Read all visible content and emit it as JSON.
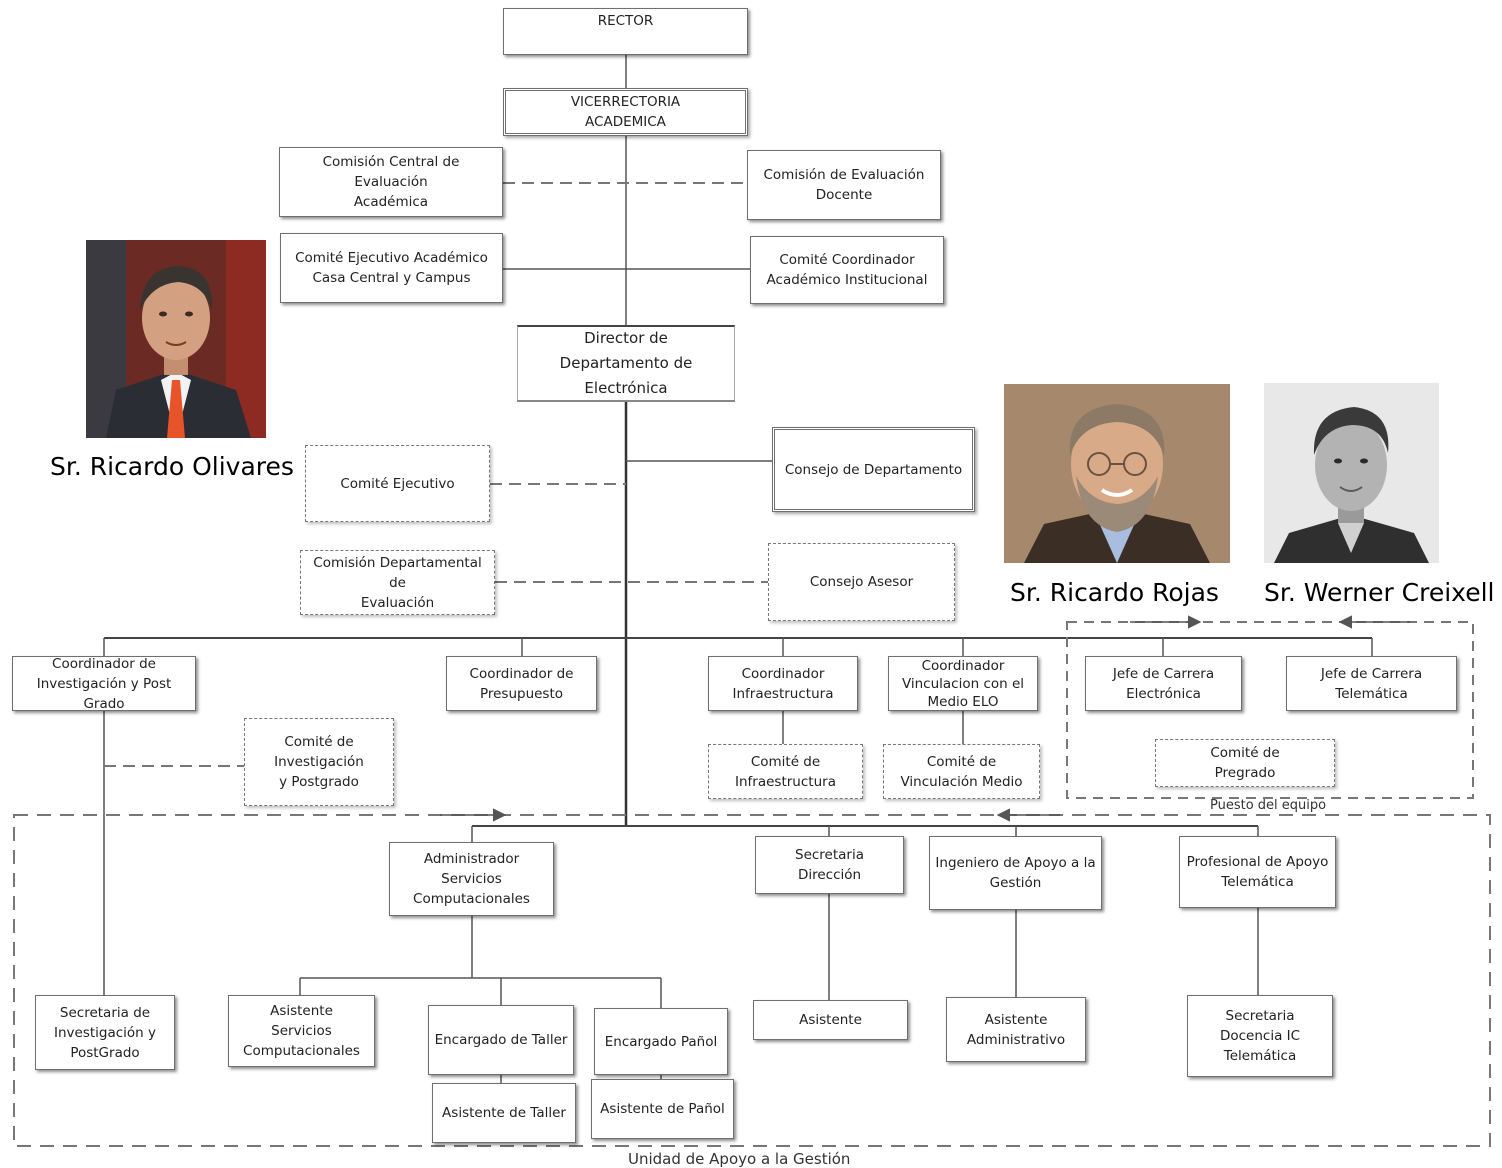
{
  "nodes": {
    "rector": "RECTOR",
    "vicerrectoria": "VICERRECTORIA\nACADEMICA",
    "comision_central": "Comisión Central de Evaluación\nAcadémica",
    "comision_evaluacion_docente": "Comisión de Evaluación\nDocente",
    "comite_ejecutivo_academico": "Comité Ejecutivo Académico\nCasa Central y Campus",
    "comite_coordinador": "Comité Coordinador\nAcadémico Institucional",
    "director": "Director de\nDepartamento de Electrónica",
    "consejo_departamento": "Consejo de Departamento",
    "comite_ejecutivo": "Comité Ejecutivo",
    "comision_departamental": "Comisión Departamental de\nEvaluación",
    "consejo_asesor": "Consejo Asesor",
    "coord_investigacion": "Coordinador de\nInvestigación y Post Grado",
    "coord_presupuesto": "Coordinador de\nPresupuesto",
    "coord_infraestructura": "Coordinador\nInfraestructura",
    "coord_vinculacion": "Coordinador\nVinculacion con el\nMedio ELO",
    "jefe_electronica": "Jefe de Carrera\nElectrónica",
    "jefe_telematica": "Jefe de Carrera\nTelemática",
    "comite_investigacion": "Comité de\nInvestigación\ny Postgrado",
    "comite_infraestructura": "Comité de\nInfraestructura",
    "comite_vinculacion": "Comité de\nVinculación Medio",
    "comite_pregrado": "Comité de\nPregrado",
    "admin_servicios": "Administrador\nServicios\nComputacionales",
    "secretaria_direccion": "Secretaria\nDirección",
    "ingeniero_apoyo": "Ingeniero de Apoyo a la\nGestión",
    "profesional_apoyo": "Profesional de Apoyo\nTelemática",
    "secretaria_investigacion": "Secretaria de\nInvestigación y\nPostGrado",
    "asistente_servicios": "Asistente\nServicios\nComputacionales",
    "encargado_taller": "Encargado de Taller",
    "encargado_panol": "Encargado Pañol",
    "asistente": "Asistente",
    "asistente_administrativo": "Asistente\nAdministrativo",
    "secretaria_docencia": "Secretaria\nDocencia IC\nTelemática",
    "asistente_taller": "Asistente de Taller",
    "asistente_panol": "Asistente de Pañol"
  },
  "captions": {
    "puesto_equipo": "Puesto del equipo",
    "unidad_apoyo": "Unidad de Apoyo a la Gestión"
  },
  "people": {
    "olivares": "Sr. Ricardo Olivares",
    "rojas": "Sr. Ricardo Rojas",
    "creixell": "Sr. Werner Creixell"
  },
  "colors": {
    "line": "#555555",
    "dashed_line": "#777777",
    "box_border": "#6f6f6f",
    "orange_tie": "#e8542a",
    "sepia_photo": "#7a5a3a"
  }
}
